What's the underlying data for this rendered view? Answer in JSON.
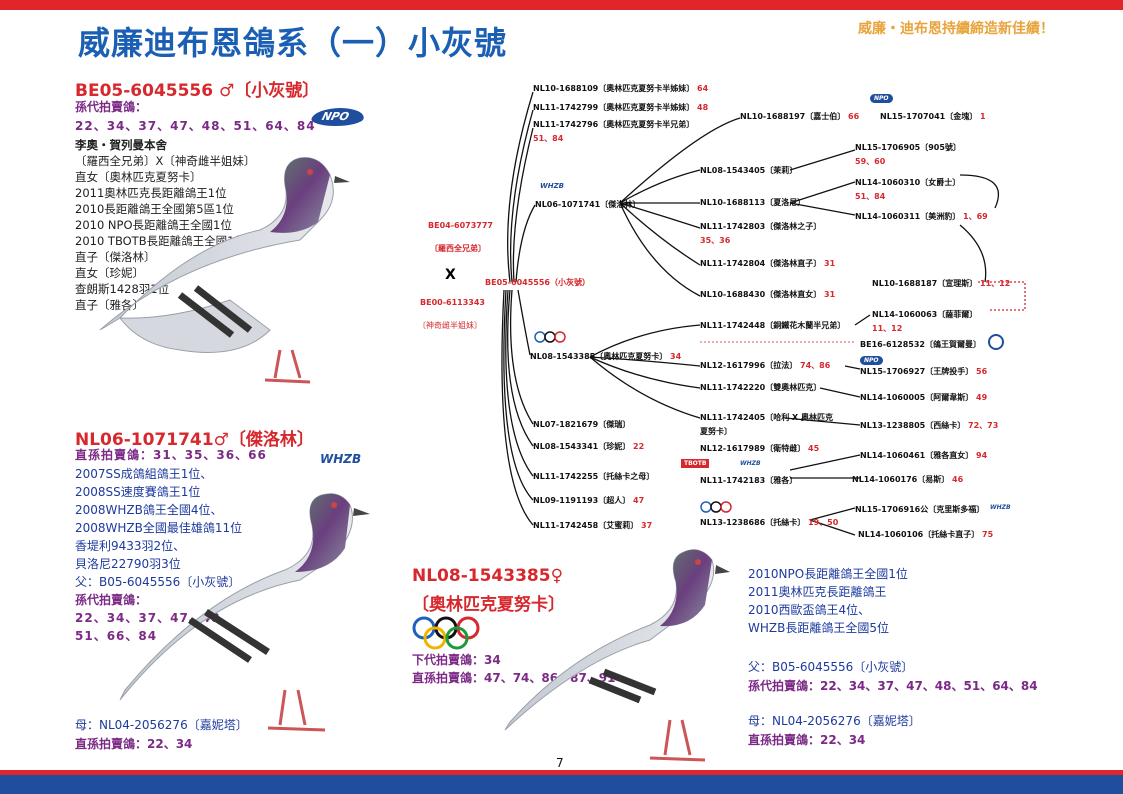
{
  "header": {
    "title": "威廉迪布恩鴿系（一）小灰號",
    "slogan": "威廉・迪布恩持續締造新佳績！"
  },
  "section1": {
    "ring": "BE05-6045556 ♂〔小灰號〕",
    "grand_label": "孫代拍賣鴿：",
    "grand_lots": "22、34、37、47、48、51、64、84",
    "lines": [
      "李奧・賀列曼本舍",
      "〔羅西全兄弟〕X〔神奇雌半姐妹〕",
      "直女〔奧林匹克夏努卡〕",
      "2011奧林匹克長距離鴿王1位",
      "2010長距離鴿王全國第5區1位",
      "2010 NPO長距離鴿王全國1位",
      "2010 TBOTB長距離鴿王全國1位",
      "直子〔傑洛林〕",
      "直女〔珍妮〕",
      "查朗斯1428羽1位",
      "直子〔雅各〕"
    ],
    "logo": "NPO"
  },
  "section2": {
    "ring": "NL06-1071741♂〔傑洛林〕",
    "direct_label": "直孫拍賣鴿：31、35、36、66",
    "lines": [
      "2007SS成鴿組鴿王1位、",
      "2008SS速度賽鴿王1位",
      "2008WHZB鴿王全國4位、",
      "2008WHZB全國最佳雄鴿11位",
      "香堤利9433羽2位、",
      "貝洛尼22790羽3位",
      "父：B05-6045556〔小灰號〕"
    ],
    "grand_label": "孫代拍賣鴿：",
    "grand_lots_1": "22、34、37、47、48、",
    "grand_lots_2": "51、66、84",
    "mother": "母：NL04-2056276〔嘉妮塔〕",
    "mother_lots": "直孫拍賣鴿：22、34",
    "logo": "WHZB"
  },
  "section3": {
    "ring": "NL08-1543385♀",
    "name": "〔奧林匹克夏努卡〕",
    "child_lots": "下代拍賣鴿：34",
    "direct_lots": "直孫拍賣鴿：47、74、86、87、91",
    "lines": [
      "2010NPO長距離鴿王全國1位",
      "2011奧林匹克長距離鴿王",
      "2010西歐盃鴿王4位、",
      "WHZB長距離鴿王全國5位"
    ],
    "father": "父：B05-6045556〔小灰號〕",
    "father_lots": "孫代拍賣鴿：22、34、37、47、48、51、64、84",
    "mother": "母：NL04-2056276〔嘉妮塔〕",
    "mother_lots": "直孫拍賣鴿：22、34"
  },
  "pedigree": {
    "parents": {
      "sire": "BE04-6073777",
      "sire_name": "〔羅西全兄弟〕",
      "x": "X",
      "dam": "BE00-6113343",
      "dam_name": "〔神奇雌半姐妹〕"
    },
    "root": "BE05-6045556（小灰號）",
    "left_col": [
      {
        "t": "NL10-1688109〔奧林匹克夏努卡半姊妹〕",
        "n": "64"
      },
      {
        "t": "NL11-1742799〔奧林匹克夏努卡半姊妹〕",
        "n": "48"
      },
      {
        "t": "NL11-1742796〔奧林匹克夏努卡半兄弟〕",
        "n": "51、84"
      },
      {
        "t": "NL06-1071741〔傑洛林〕",
        "n": ""
      },
      {
        "t": "NL08-1543385〔奧林匹克夏努卡〕",
        "n": "34"
      },
      {
        "t": "NL07-1821679〔傑瑞〕",
        "n": ""
      },
      {
        "t": "NL08-1543341〔珍妮〕",
        "n": "22"
      },
      {
        "t": "NL11-1742255〔托絲卡之母〕",
        "n": ""
      },
      {
        "t": "NL09-1191193〔超人〕",
        "n": "47"
      },
      {
        "t": "NL11-1742458〔艾蜜莉〕",
        "n": "37"
      }
    ],
    "mid_col": [
      {
        "t": "NL10-1688197〔嘉士伯〕",
        "n": "66"
      },
      {
        "t": "NL08-1543405〔茉莉〕",
        "n": ""
      },
      {
        "t": "NL10-1688113〔夏洛尼〕",
        "n": ""
      },
      {
        "t": "NL11-1742803〔傑洛林之子〕",
        "n": "35、36"
      },
      {
        "t": "NL11-1742804〔傑洛林直子〕",
        "n": "31"
      },
      {
        "t": "NL10-1688430〔傑洛林直女〕",
        "n": "31"
      },
      {
        "t": "NL11-1742448〔銅鐵花木蘭半兄弟〕",
        "n": ""
      },
      {
        "t": "NL12-1617996〔拉法〕",
        "n": "74、86"
      },
      {
        "t": "NL11-1742220〔雙奧林匹克〕",
        "n": ""
      },
      {
        "t": "NL11-1742405〔哈利 X 奧林匹克",
        "n": ""
      },
      {
        "t": "夏努卡〕",
        "n": ""
      },
      {
        "t": "NL12-1617989〔衛特雌〕",
        "n": "45"
      },
      {
        "t": "NL11-1742183〔雅各〕",
        "n": ""
      },
      {
        "t": "NL13-1238686〔托絲卡〕",
        "n": "19、50"
      }
    ],
    "right_col": [
      {
        "t": "NL15-1707041〔金塊〕",
        "n": "1"
      },
      {
        "t": "NL15-1706905〔905號〕",
        "n": "59、60"
      },
      {
        "t": "NL14-1060310〔女爵士〕",
        "n": "51、84"
      },
      {
        "t": "NL14-1060311〔美洲豹〕",
        "n": "1、69"
      },
      {
        "t": "NL10-1688187〔宣理斯〕",
        "n": "11、12"
      },
      {
        "t": "NL14-1060063〔薩菲爾〕",
        "n": "11、12"
      },
      {
        "t": "BE16-6128532〔鴿王賀爾曼〕",
        "n": ""
      },
      {
        "t": "NL15-1706927〔王牌投手〕",
        "n": "56"
      },
      {
        "t": "NL14-1060005〔阿爾韋斯〕",
        "n": "49"
      },
      {
        "t": "NL13-1238805〔西絲卡〕",
        "n": "72、73"
      },
      {
        "t": "NL14-1060461〔雅各直女〕",
        "n": "94"
      },
      {
        "t": "NL14-1060176〔易斯〕",
        "n": "46"
      },
      {
        "t": "NL15-1706916公〔克里斯多福〕",
        "n": ""
      },
      {
        "t": "NL14-1060106〔托絲卡直子〕",
        "n": "75"
      }
    ],
    "badges": {
      "npo": "NPO",
      "whzb": "WHZB",
      "tbotb": "TBOTB"
    }
  },
  "page_number": "7",
  "colors": {
    "red": "#d6282d",
    "blue": "#1a5fb4",
    "purple": "#7c2a86",
    "gold": "#e8a33a",
    "navy": "#1f4e9e"
  }
}
